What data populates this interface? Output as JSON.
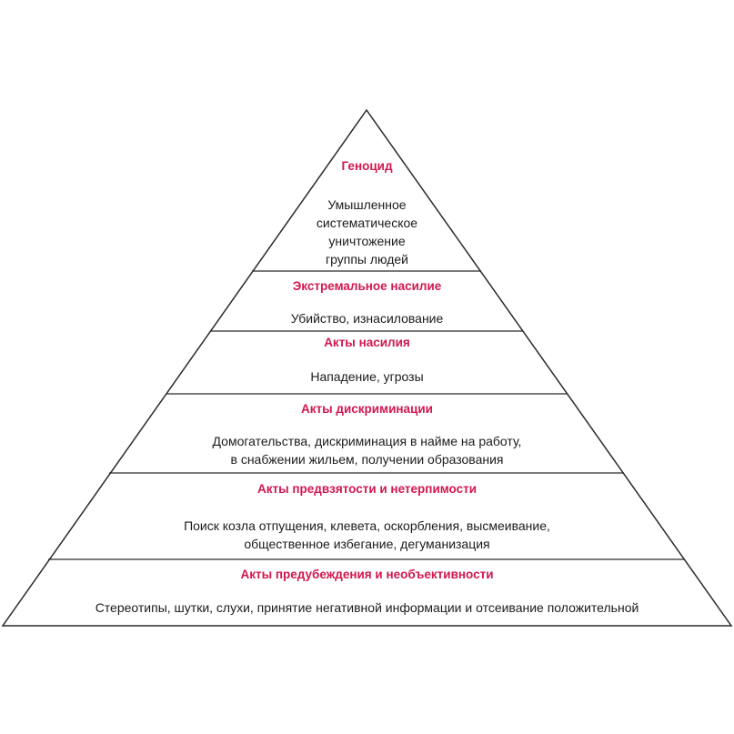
{
  "colors": {
    "accent": "#d2174f",
    "outline": "#2a2a2a",
    "text": "#1b1b1b"
  },
  "levels": [
    {
      "title": "Геноцид",
      "description": "Умышленное\nсистематическое\nуничтожение\nгруппы людей"
    },
    {
      "title": "Экстремальное насилие",
      "description": "Убийство, изнасилование"
    },
    {
      "title": "Акты насилия",
      "description": "Нападение, угрозы"
    },
    {
      "title": "Акты дискриминации",
      "description": "Домогательства, дискриминация в найме на работу,\nв снабжении жильем, получении образования"
    },
    {
      "title": "Акты предвзятости и нетерпимости",
      "description": "Поиск козла отпущения, клевета, оскорбления, высмеивание,\nобщественное избегание, дегуманизация"
    },
    {
      "title": "Акты предубеждения и необъективности",
      "description": "Стереотипы, шутки, слухи, принятие негативной информации и отсеивание положительной"
    }
  ]
}
